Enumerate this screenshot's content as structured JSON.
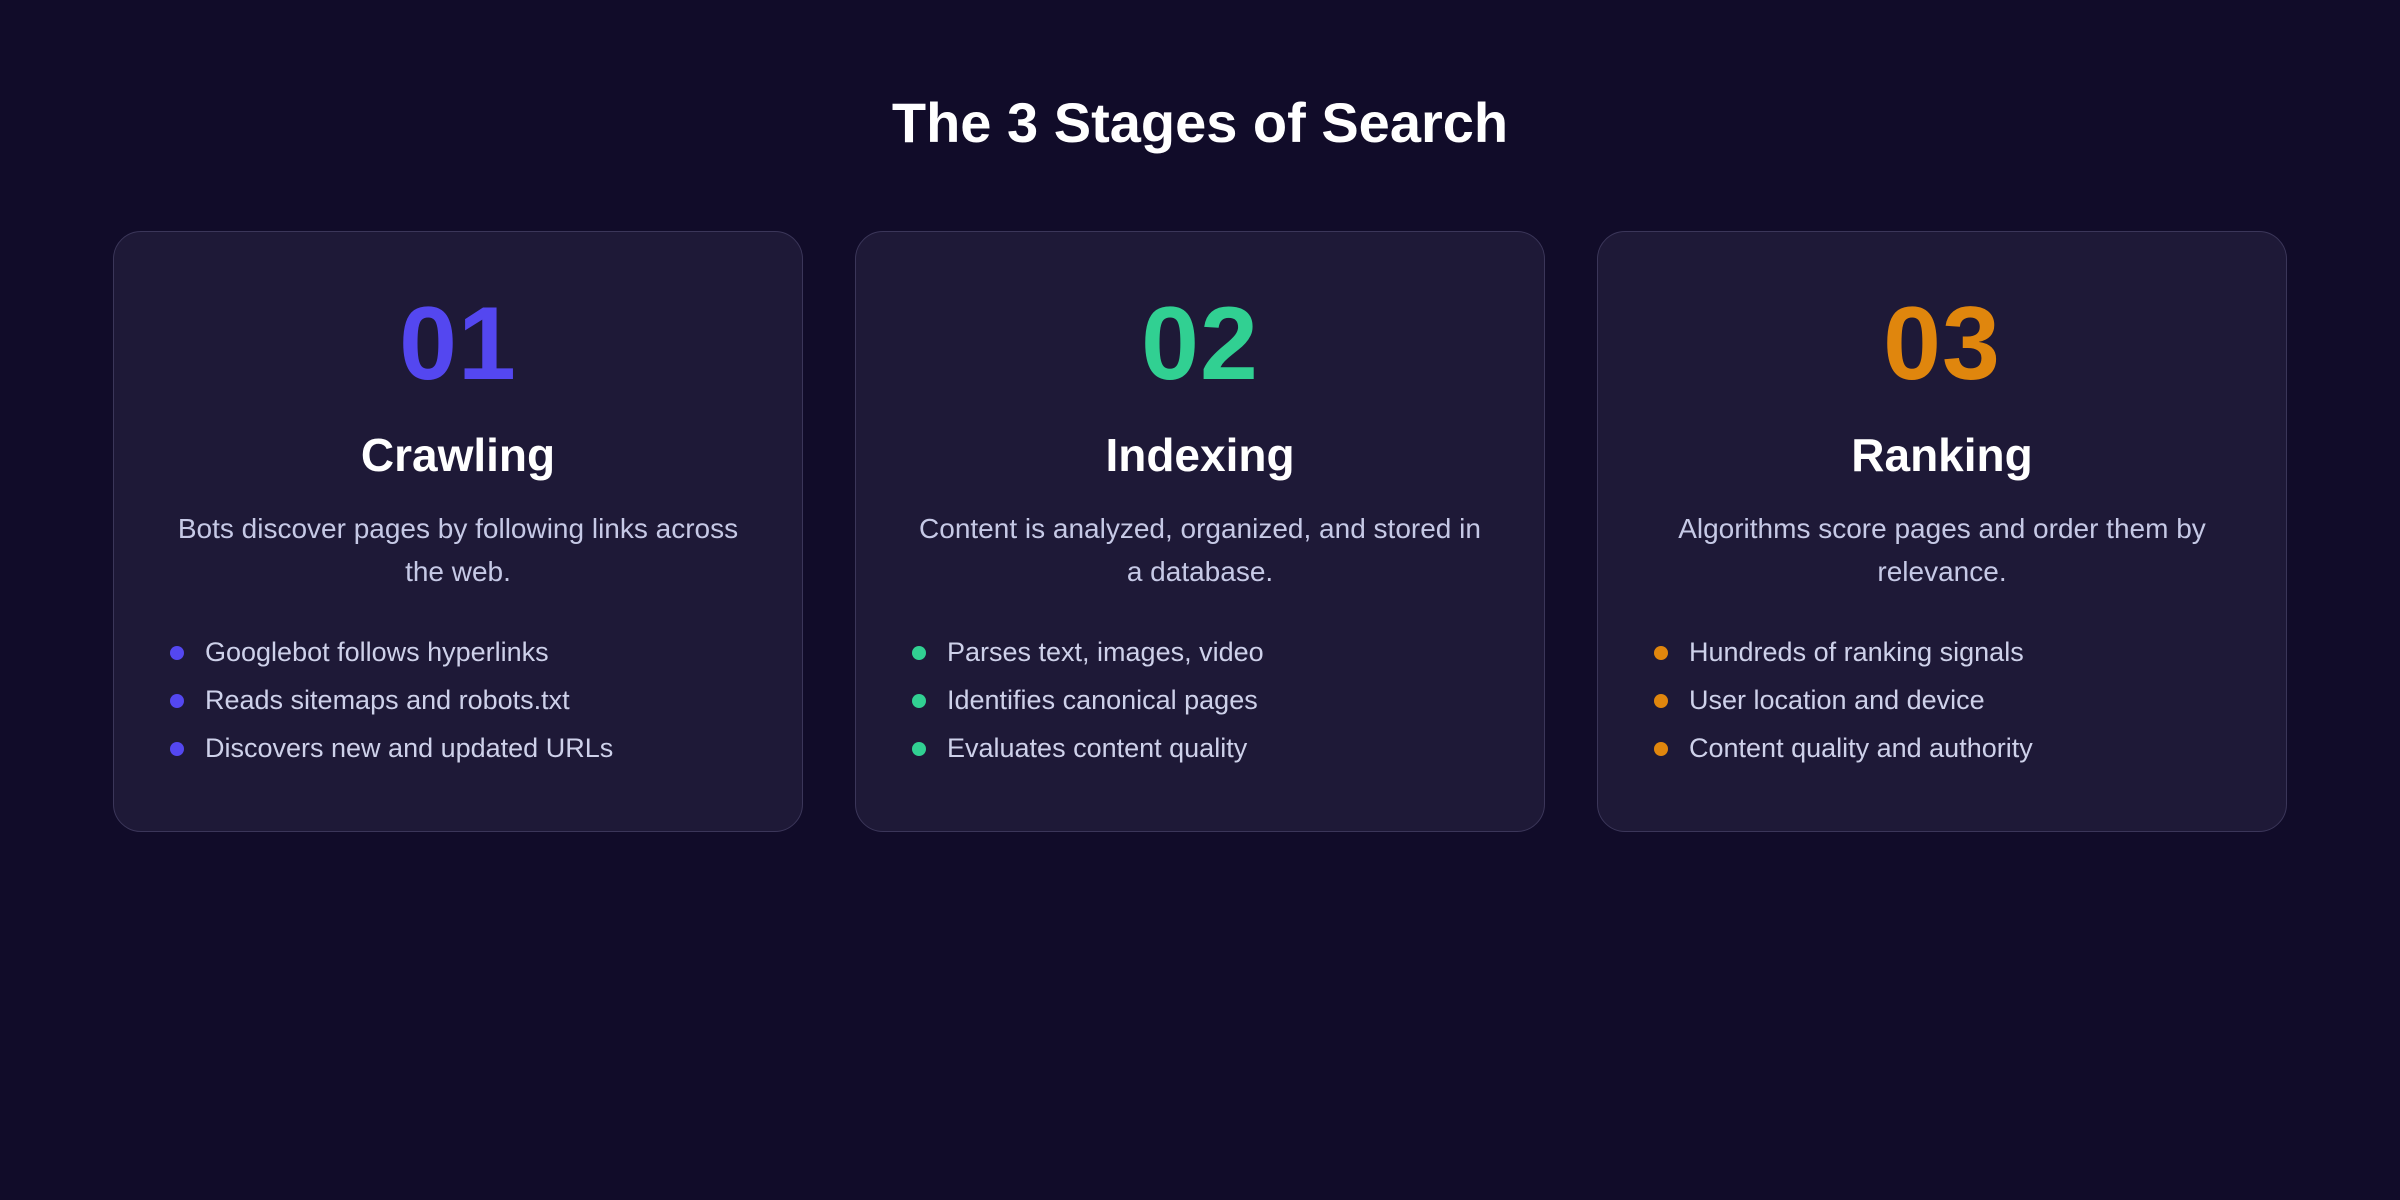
{
  "page": {
    "title": "The 3 Stages of Search"
  },
  "colors": {
    "background": "#110c29",
    "card_background": "#1e1937",
    "card_border": "#3b3659",
    "title_text": "#ffffff",
    "body_text": "#c6c9e6"
  },
  "stages": [
    {
      "number": "01",
      "accent": "#5447f0",
      "title": "Crawling",
      "description": "Bots discover pages by following links across the web.",
      "bullets": [
        "Googlebot follows hyperlinks",
        "Reads sitemaps and robots.txt",
        "Discovers new and updated URLs"
      ]
    },
    {
      "number": "02",
      "accent": "#31d092",
      "title": "Indexing",
      "description": "Content is analyzed, organized, and stored in a database.",
      "bullets": [
        "Parses text, images, video",
        "Identifies canonical pages",
        "Evaluates content quality"
      ]
    },
    {
      "number": "03",
      "accent": "#e0860d",
      "title": "Ranking",
      "description": "Algorithms score pages and order them by relevance.",
      "bullets": [
        "Hundreds of ranking signals",
        "User location and device",
        "Content quality and authority"
      ]
    }
  ]
}
